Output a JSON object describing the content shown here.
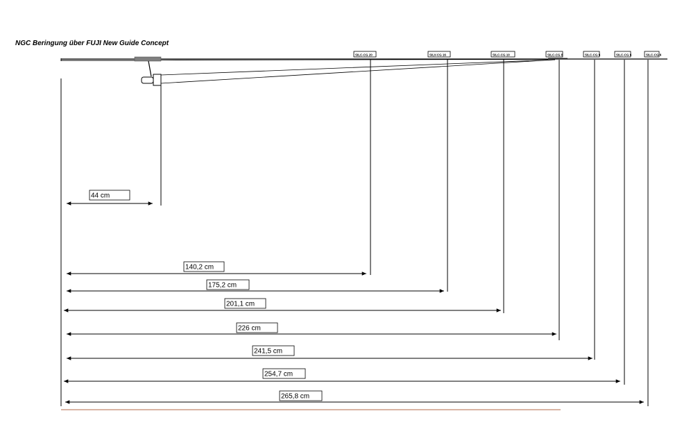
{
  "title": "NGC Beringung über FUJI New Guide Concept",
  "guides": [
    {
      "label": "SiLC-CG 20"
    },
    {
      "label": "SiLV-CG 16"
    },
    {
      "label": "SiLC-CG 10"
    },
    {
      "label": "SiLC-CG 8"
    },
    {
      "label": "SiLC-CG 6"
    },
    {
      "label": "SiLC-CG 6"
    },
    {
      "label": "SiLC-CG 6"
    }
  ],
  "measurements": [
    {
      "label": "44 cm",
      "value_cm": 44
    },
    {
      "label": "140,2 cm",
      "value_cm": 140.2
    },
    {
      "label": "175,2 cm",
      "value_cm": 175.2
    },
    {
      "label": "201,1 cm",
      "value_cm": 201.1
    },
    {
      "label": "226 cm",
      "value_cm": 226
    },
    {
      "label": "241,5 cm",
      "value_cm": 241.5
    },
    {
      "label": "254,7 cm",
      "value_cm": 254.7
    },
    {
      "label": "265,8 cm",
      "value_cm": 265.8
    }
  ],
  "colors": {
    "line": "#000000",
    "reel_seat": "#7f7f7f",
    "baseline": "#b36a4a"
  }
}
